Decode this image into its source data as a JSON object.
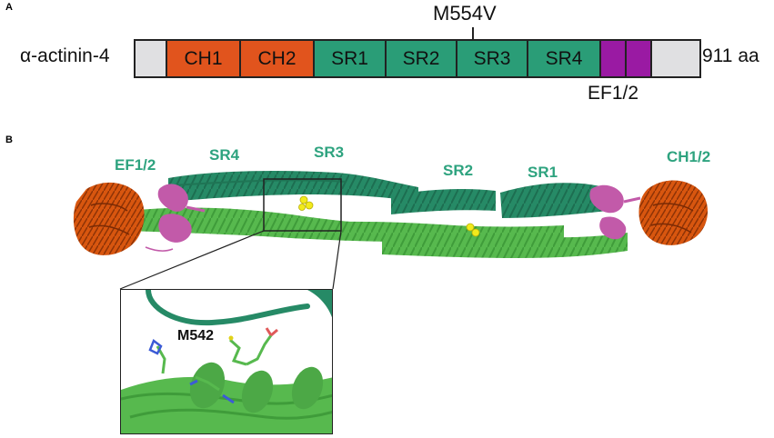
{
  "panels": {
    "a": "A",
    "b": "B"
  },
  "protein": {
    "name": "α-actinin-4",
    "length": "911 aa"
  },
  "mutation": {
    "label": "M554V"
  },
  "domains": [
    {
      "label": "",
      "color": "#e0e0e2"
    },
    {
      "label": "CH1",
      "color": "#e1541d"
    },
    {
      "label": "CH2",
      "color": "#e1541d"
    },
    {
      "label": "SR1",
      "color": "#2a9d77"
    },
    {
      "label": "SR2",
      "color": "#2a9d77"
    },
    {
      "label": "SR3",
      "color": "#2a9d77"
    },
    {
      "label": "SR4",
      "color": "#2a9d77"
    },
    {
      "label": "",
      "color": "#9a1aa3"
    },
    {
      "label": "",
      "color": "#9a1aa3"
    },
    {
      "label": "",
      "color": "#e0e0e2"
    }
  ],
  "ef_label": "EF1/2",
  "structure": {
    "labels": {
      "ef": "EF1/2",
      "sr4": "SR4",
      "sr3": "SR3",
      "sr2": "SR2",
      "sr1": "SR1",
      "ch": "CH1/2"
    },
    "colors": {
      "dark_green": "#268a66",
      "light_green": "#57b94e",
      "orange": "#d8560f",
      "magenta": "#c25aa9",
      "yellow": "#f2ea1c",
      "label": "#2ea37f"
    }
  },
  "inset": {
    "residue": "M542"
  }
}
